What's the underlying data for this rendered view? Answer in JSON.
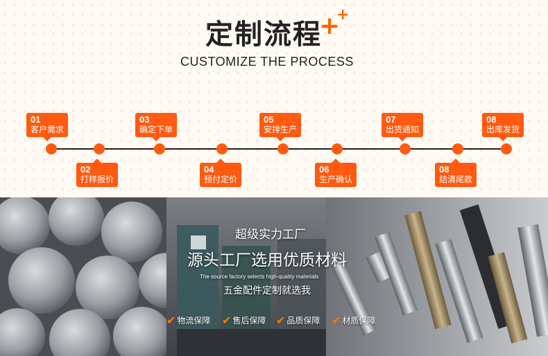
{
  "heading": {
    "title_zh": "定制流程",
    "title_en": "CUSTOMIZE THE PROCESS",
    "plus_big": "+",
    "plus_small": "+"
  },
  "process": {
    "steps": [
      {
        "num": "01",
        "label": "客户需求"
      },
      {
        "num": "02",
        "label": "打样报价"
      },
      {
        "num": "03",
        "label": "确定下单"
      },
      {
        "num": "04",
        "label": "预付定价"
      },
      {
        "num": "05",
        "label": "安排生产"
      },
      {
        "num": "06",
        "label": "生产确认"
      },
      {
        "num": "07",
        "label": "出货通知"
      },
      {
        "num": "08",
        "label": "结清尾款"
      },
      {
        "num": "08",
        "label": "出库发货"
      }
    ]
  },
  "banner": {
    "line1": "超级实力工厂",
    "line2": "源头工厂选用优质材料",
    "line3": "The source factory selects high-quality materials",
    "line4": "五金配件定制就选我",
    "check_icon": "checkmark-icon",
    "guarantees": [
      "物流保障",
      "售后保障",
      "品质保障",
      "材质保障"
    ]
  },
  "colors": {
    "accent": "#ff5a10",
    "text_dark": "#222222"
  }
}
